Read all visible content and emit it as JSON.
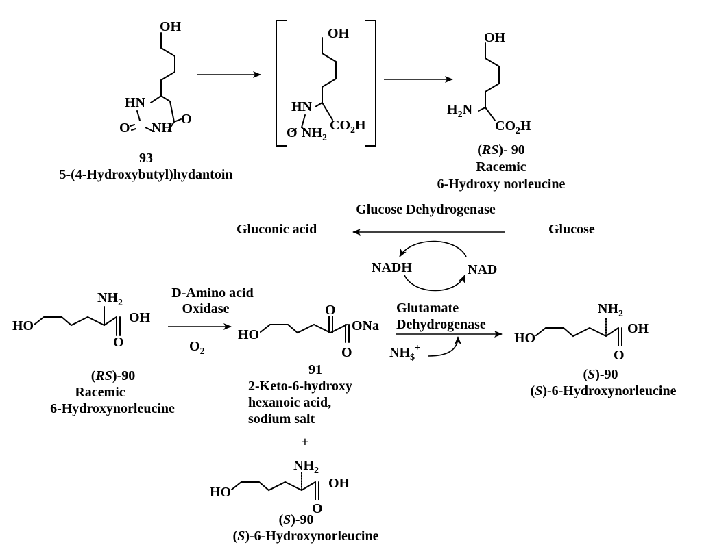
{
  "top_row": {
    "hydantoin": {
      "oh": "OH",
      "hn": "HN",
      "o_left": "O",
      "nh": "NH",
      "o_right": "O",
      "number": "93",
      "name": "5-(4-Hydroxybutyl)hydantoin"
    },
    "intermediate": {
      "oh": "OH",
      "hn": "HN",
      "co2h": "CO",
      "co2h_sub": "2",
      "co2h_h": "H",
      "o": "O",
      "nh2": "NH",
      "nh2_sub": "2"
    },
    "racemic_top": {
      "oh": "OH",
      "h2n_h": "H",
      "h2n_sub": "2",
      "h2n_n": "N",
      "co2h": "CO",
      "co2h_sub": "2",
      "co2h_h": "H",
      "rs_open": "(",
      "rs": "RS",
      "rs_close": ")- 90",
      "line2": "Racemic",
      "line3": "6-Hydroxy norleucine"
    }
  },
  "cofactor_cycle": {
    "enzyme": "Glucose Dehydrogenase",
    "product": "Gluconic acid",
    "substrate": "Glucose",
    "nadh": "NADH",
    "nad": "NAD"
  },
  "bottom_row": {
    "racemic": {
      "ho": "HO",
      "nh2": "NH",
      "nh2_sub": "2",
      "oh": "OH",
      "o": "O",
      "rs_open": "(",
      "rs": "RS",
      "rs_close": ")-90",
      "line2": "Racemic",
      "line3": "6-Hydroxynorleucine"
    },
    "oxidase": {
      "line1": "D-Amino acid",
      "line2": "Oxidase",
      "o2": "O",
      "o2_sub": "2"
    },
    "keto": {
      "ho": "HO",
      "o_top": "O",
      "ona": "ONa",
      "o_bottom": "O",
      "number": "91",
      "line1": "2-Keto-6-hydroxy",
      "line2": "hexanoic acid,",
      "line3": "sodium salt"
    },
    "dehydrogenase": {
      "line1": "Glutamate",
      "line2": "Dehydrogenase",
      "nh": "NH",
      "nh_sub": "$",
      "nh_sup": "+"
    },
    "s_product": {
      "ho": "HO",
      "nh2": "NH",
      "nh2_sub": "2",
      "oh": "OH",
      "o": "O",
      "s_open": "(",
      "s": "S",
      "s_close": ")-90",
      "name_open": "(",
      "name_s": "S",
      "name_rest": ")-6-Hydroxynorleucine"
    },
    "plus": "+",
    "s_leftover": {
      "ho": "HO",
      "nh2": "NH",
      "nh2_sub": "2",
      "oh": "OH",
      "o": "O",
      "s_open": "(",
      "s": "S",
      "s_close": ")-90",
      "name_open": "(",
      "name_s": "S",
      "name_rest": ")-6-Hydroxynorleucine"
    }
  }
}
